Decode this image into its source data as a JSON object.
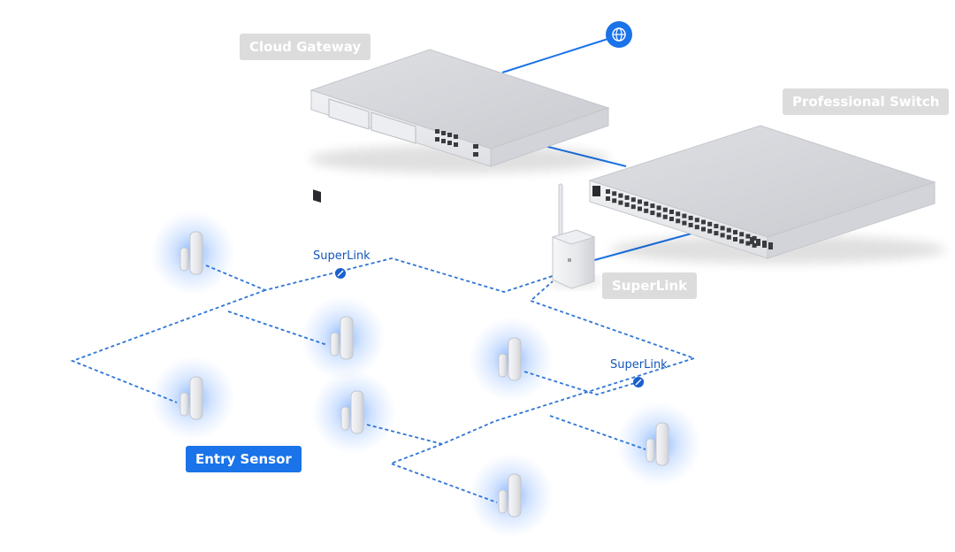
{
  "labels": {
    "cloud_gateway": "Cloud Gateway",
    "professional_switch": "Professional Switch",
    "superlink_device": "SuperLink",
    "entry_sensor": "Entry Sensor",
    "superlink_mesh_1": "SuperLink",
    "superlink_mesh_2": "SuperLink"
  },
  "colors": {
    "link_blue": "#1a73e8",
    "mesh_dash": "#2f76d6",
    "glow": "#5b9bff",
    "device_body": "#e3e4e8",
    "device_edge": "#c4c6cc",
    "tag_gray": "#dcdcdc"
  },
  "icons": {
    "internet": "globe-icon",
    "mesh_node": "link-node-icon"
  }
}
